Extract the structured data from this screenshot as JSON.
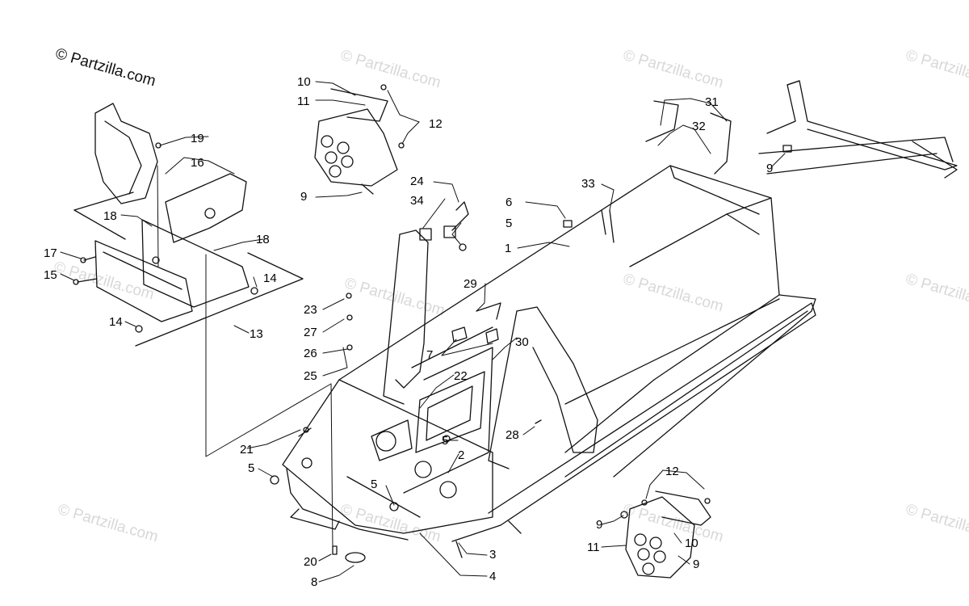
{
  "copyright": "© Partzilla.com",
  "watermark": "© Partzilla.com",
  "callouts": {
    "c1": "1",
    "c2": "2",
    "c3": "3",
    "c4": "4",
    "c5a": "5",
    "c5b": "5",
    "c5c": "5",
    "c5d": "5",
    "c6": "6",
    "c7": "7",
    "c8": "8",
    "c9a": "9",
    "c9b": "9",
    "c9c": "9",
    "c9d": "9",
    "c10a": "10",
    "c10b": "10",
    "c11a": "11",
    "c11b": "11",
    "c12a": "12",
    "c12b": "12",
    "c13": "13",
    "c14a": "14",
    "c14b": "14",
    "c15": "15",
    "c16": "16",
    "c17": "17",
    "c18a": "18",
    "c18b": "18",
    "c19": "19",
    "c20": "20",
    "c21": "21",
    "c22": "22",
    "c23": "23",
    "c24": "24",
    "c25": "25",
    "c26": "26",
    "c27": "27",
    "c28": "28",
    "c29": "29",
    "c30": "30",
    "c31": "31",
    "c32": "32",
    "c33": "33",
    "c34": "34"
  }
}
